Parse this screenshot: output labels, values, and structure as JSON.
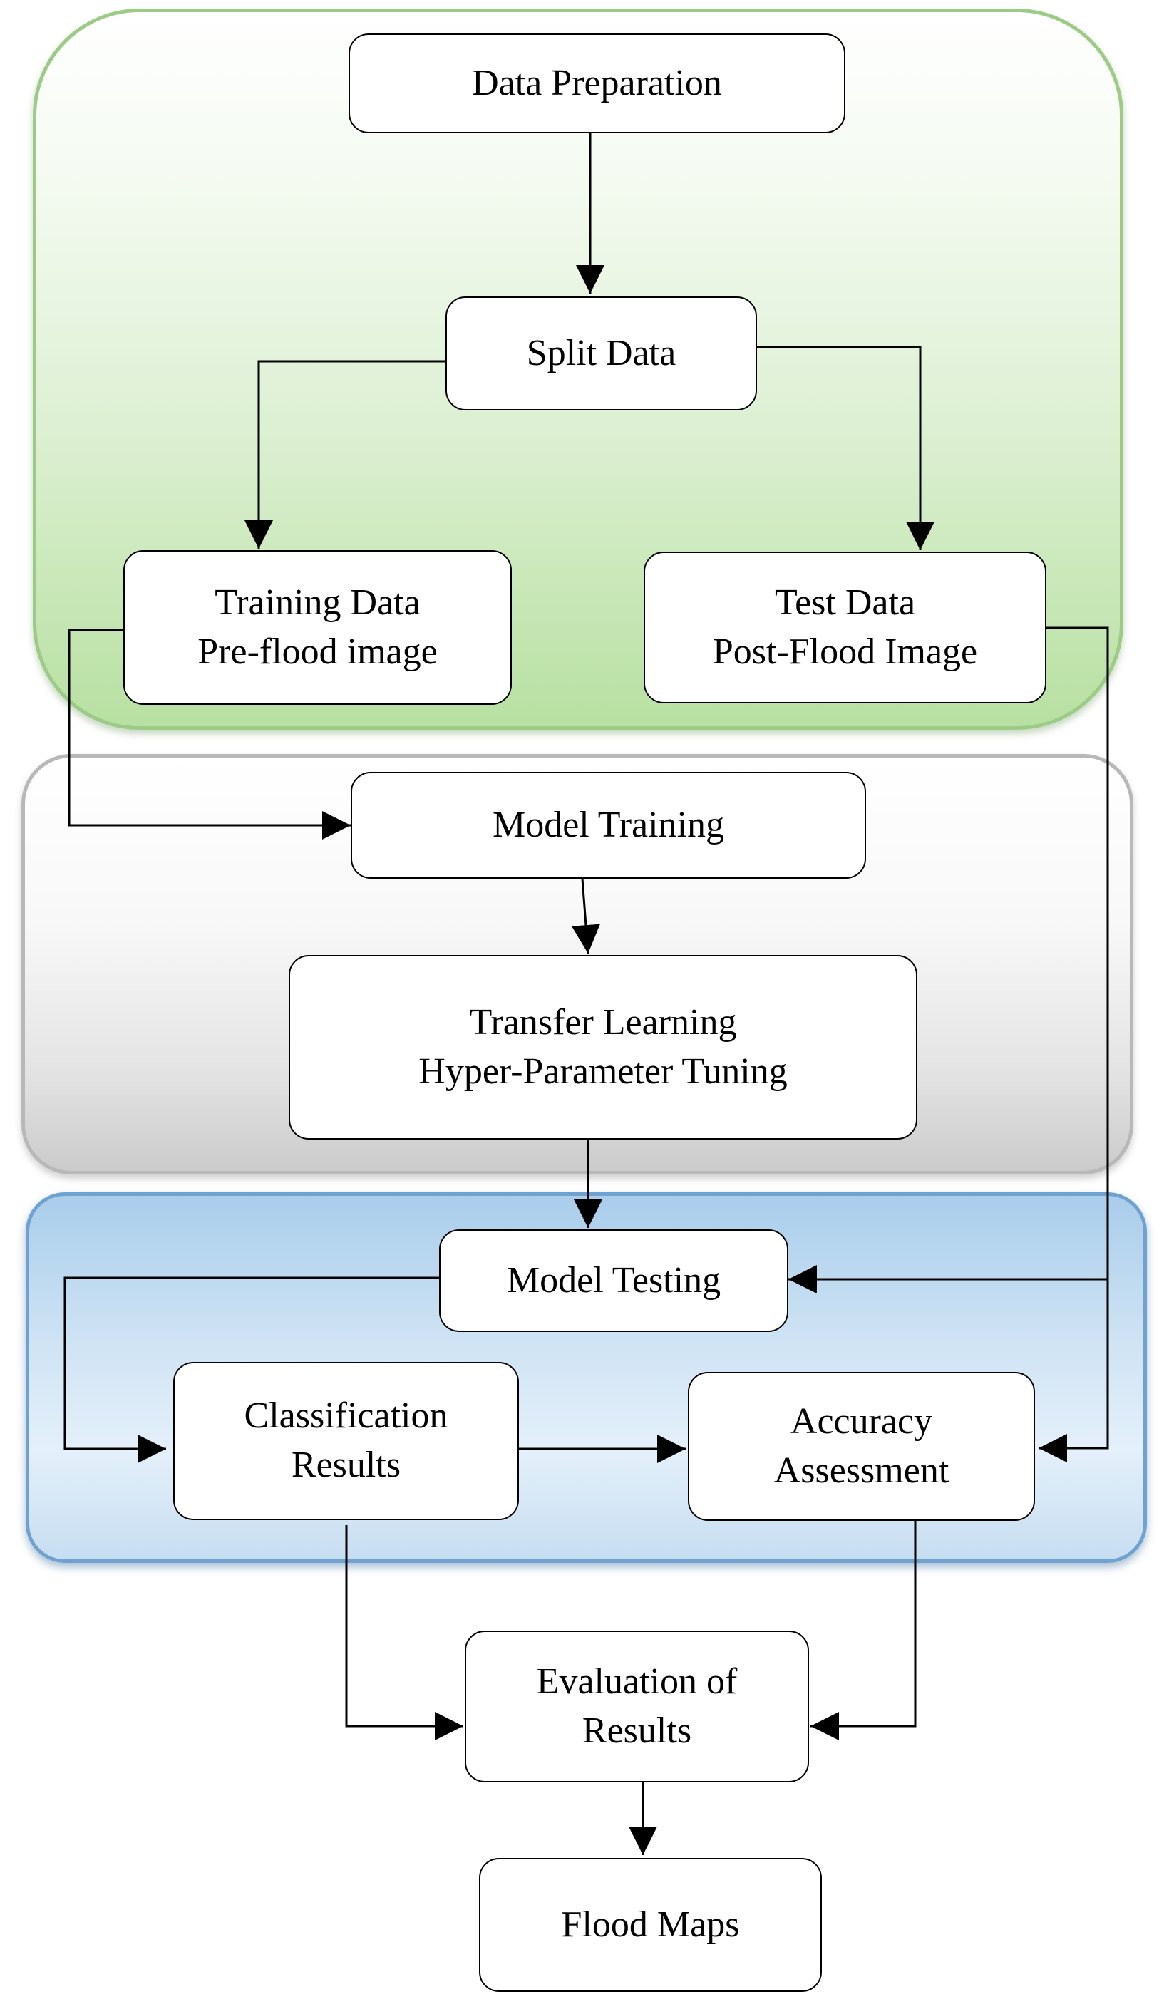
{
  "diagram": {
    "nodes": {
      "data_preparation": [
        "Data Preparation"
      ],
      "split_data": [
        "Split Data"
      ],
      "training_data": [
        "Training Data",
        "Pre-flood image"
      ],
      "test_data": [
        "Test Data",
        "Post-Flood Image"
      ],
      "model_training": [
        "Model Training"
      ],
      "transfer_learning": [
        "Transfer Learning",
        "Hyper-Parameter Tuning"
      ],
      "model_testing": [
        "Model Testing"
      ],
      "classification_results": [
        "Classification",
        "Results"
      ],
      "accuracy_assessment": [
        "Accuracy",
        "Assessment"
      ],
      "evaluation_of_results": [
        "Evaluation of",
        "Results"
      ],
      "flood_maps": [
        "Flood Maps"
      ]
    },
    "colors": {
      "data_panel": "#c9e8b6",
      "training_panel": "#dcdcdc",
      "testing_panel": "#b9d7ef",
      "line": "#000000"
    }
  }
}
